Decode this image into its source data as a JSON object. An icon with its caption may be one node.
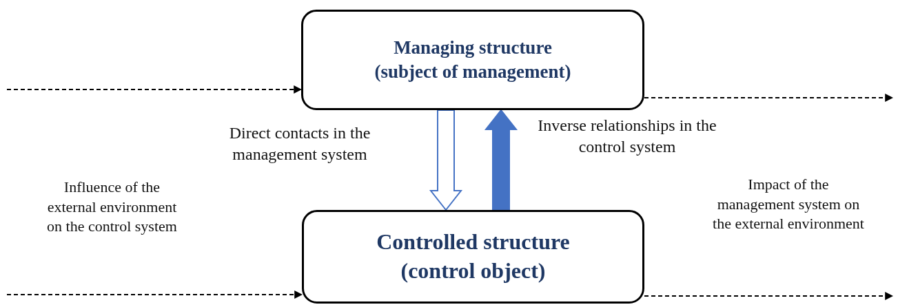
{
  "diagram": {
    "nodes": [
      {
        "text": [
          "Managing structure (subject of management)"
        ]
      },
      {
        "text": [
          "Controlled structure (control object)"
        ]
      }
    ],
    "edges": [
      {
        "from": null,
        "to": 0,
        "arrow": "to",
        "style": "dashed"
      },
      {
        "from": 0,
        "to": null,
        "arrow": "to",
        "style": "dashed"
      },
      {
        "from": null,
        "to": 1,
        "arrow": "to",
        "style": "dashed"
      },
      {
        "from": 1,
        "to": null,
        "arrow": "to",
        "style": "dashed"
      },
      {
        "from": 0,
        "to": 1,
        "arrow": "to",
        "style": "thick",
        "color": "#4472c4",
        "label": "Direct contacts in the management system"
      },
      {
        "from": 1,
        "to": 0,
        "arrow": "to",
        "style": "thick",
        "color": "#4472c4",
        "label": "Inverse relationships in the control system"
      }
    ],
    "labels": [
      "Influence of the external environment on the control system",
      "Impact of the management system on the external environment"
    ]
  }
}
